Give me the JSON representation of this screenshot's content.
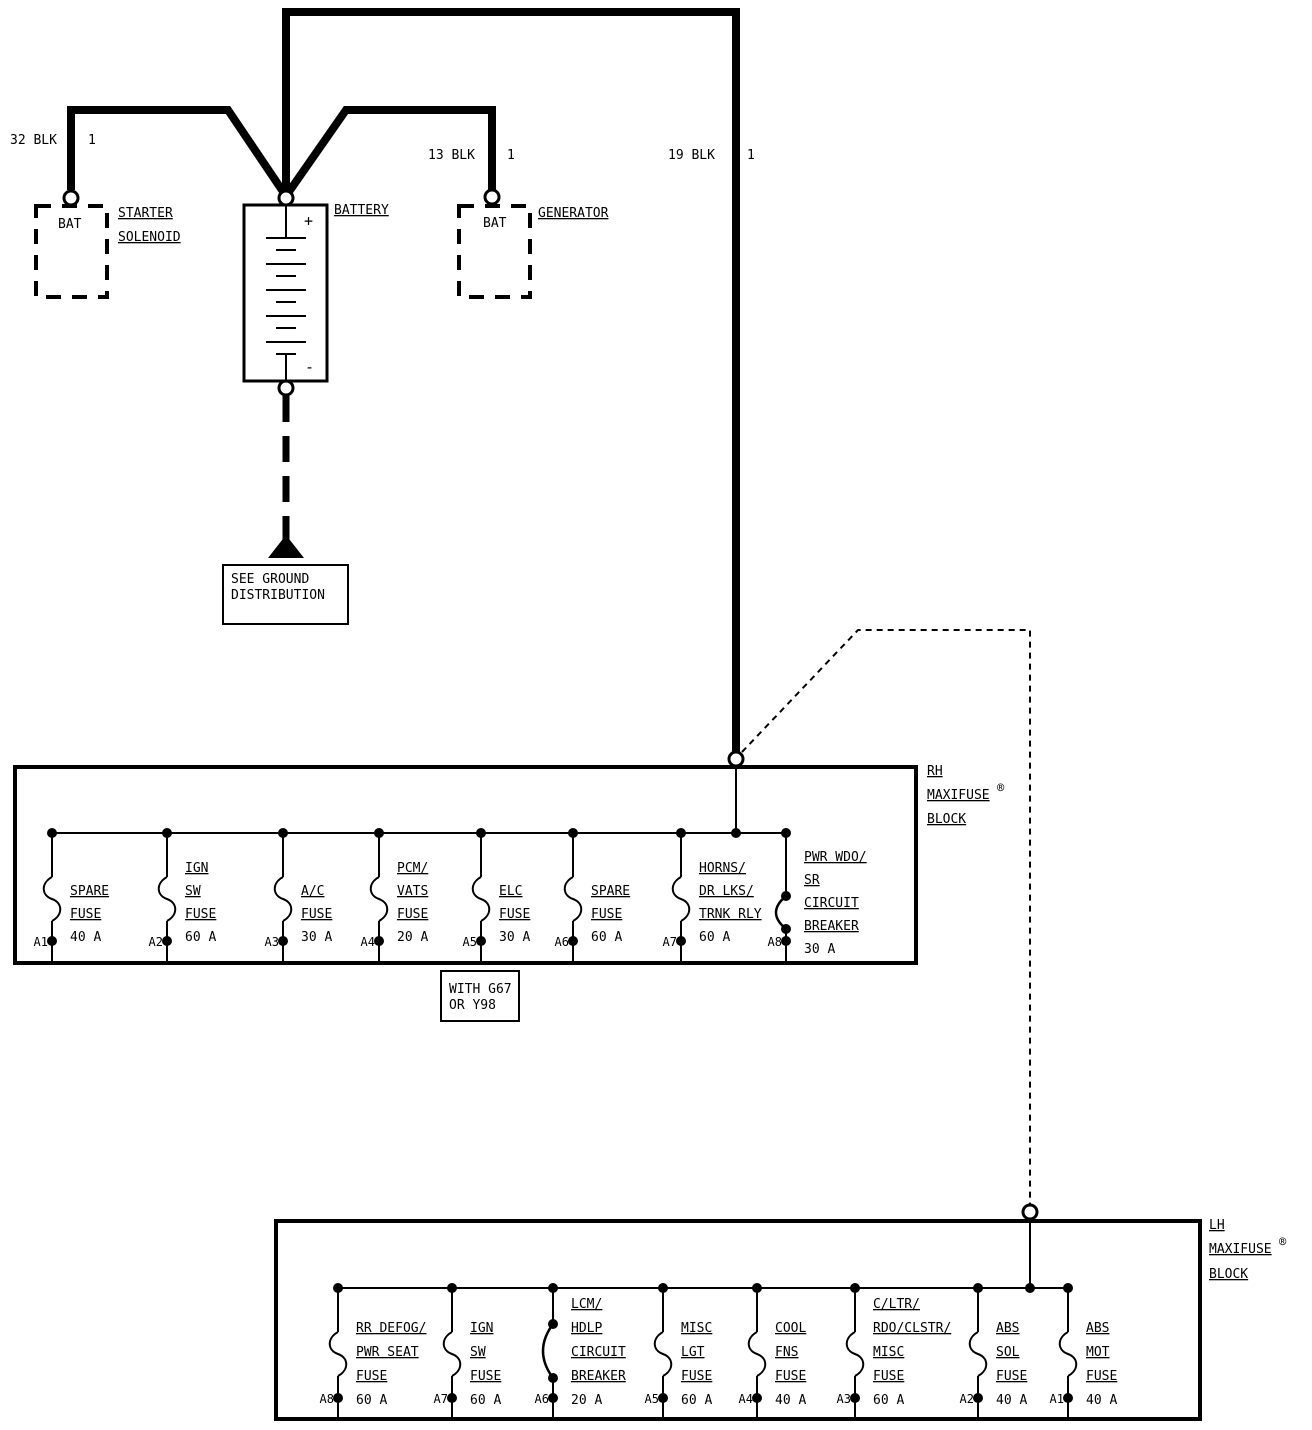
{
  "wires": {
    "starter": {
      "label": "32 BLK",
      "pin": "1"
    },
    "generator": {
      "label": "13 BLK",
      "pin": "1"
    },
    "fuse_block": {
      "label": "19 BLK",
      "pin": "1"
    }
  },
  "components": {
    "starter": {
      "terminal": "BAT",
      "name_lines": [
        "STARTER",
        "SOLENOID"
      ]
    },
    "battery": {
      "name": "BATTERY",
      "plus": "+",
      "minus": "-"
    },
    "generator": {
      "terminal": "BAT",
      "name": "GENERATOR"
    },
    "ground_note": [
      "SEE GROUND",
      "DISTRIBUTION"
    ]
  },
  "rh_block": {
    "name_lines": [
      "RH",
      "MAXIFUSE",
      "BLOCK"
    ],
    "reg_mark": "®",
    "option_note": [
      "WITH G67",
      "OR Y98"
    ],
    "items": [
      {
        "pin": "A1",
        "lines": [
          "SPARE",
          "FUSE"
        ],
        "rating": "40 A"
      },
      {
        "pin": "A2",
        "lines": [
          "IGN",
          "SW",
          "FUSE"
        ],
        "rating": "60 A"
      },
      {
        "pin": "A3",
        "lines": [
          "A/C",
          "FUSE"
        ],
        "rating": "30 A"
      },
      {
        "pin": "A4",
        "lines": [
          "PCM/",
          "VATS",
          "FUSE"
        ],
        "rating": "20 A"
      },
      {
        "pin": "A5",
        "lines": [
          "ELC",
          "FUSE"
        ],
        "rating": "30 A"
      },
      {
        "pin": "A6",
        "lines": [
          "SPARE",
          "FUSE"
        ],
        "rating": "60 A"
      },
      {
        "pin": "A7",
        "lines": [
          "HORNS/",
          "DR LKS/",
          "TRNK RLY"
        ],
        "rating": "60 A"
      },
      {
        "pin": "A8",
        "lines": [
          "PWR WDO/",
          "SR",
          "CIRCUIT",
          "BREAKER"
        ],
        "rating": "30 A"
      }
    ]
  },
  "lh_block": {
    "name_lines": [
      "LH",
      "MAXIFUSE",
      "BLOCK"
    ],
    "reg_mark": "®",
    "items": [
      {
        "pin": "A8",
        "lines": [
          "RR DEFOG/",
          "PWR SEAT",
          "FUSE"
        ],
        "rating": "60 A"
      },
      {
        "pin": "A7",
        "lines": [
          "IGN",
          "SW",
          "FUSE"
        ],
        "rating": "60 A"
      },
      {
        "pin": "A6",
        "lines": [
          "LCM/",
          "HDLP",
          "CIRCUIT",
          "BREAKER"
        ],
        "rating": "20 A"
      },
      {
        "pin": "A5",
        "lines": [
          "MISC",
          "LGT",
          "FUSE"
        ],
        "rating": "60 A"
      },
      {
        "pin": "A4",
        "lines": [
          "COOL",
          "FNS",
          "FUSE"
        ],
        "rating": "40 A"
      },
      {
        "pin": "A3",
        "lines": [
          "C/LTR/",
          "RDO/CLSTR/",
          "MISC",
          "FUSE"
        ],
        "rating": "60 A"
      },
      {
        "pin": "A2",
        "lines": [
          "ABS",
          "SOL",
          "FUSE"
        ],
        "rating": "40 A"
      },
      {
        "pin": "A1",
        "lines": [
          "ABS",
          "MOT",
          "FUSE"
        ],
        "rating": "40 A"
      }
    ]
  }
}
